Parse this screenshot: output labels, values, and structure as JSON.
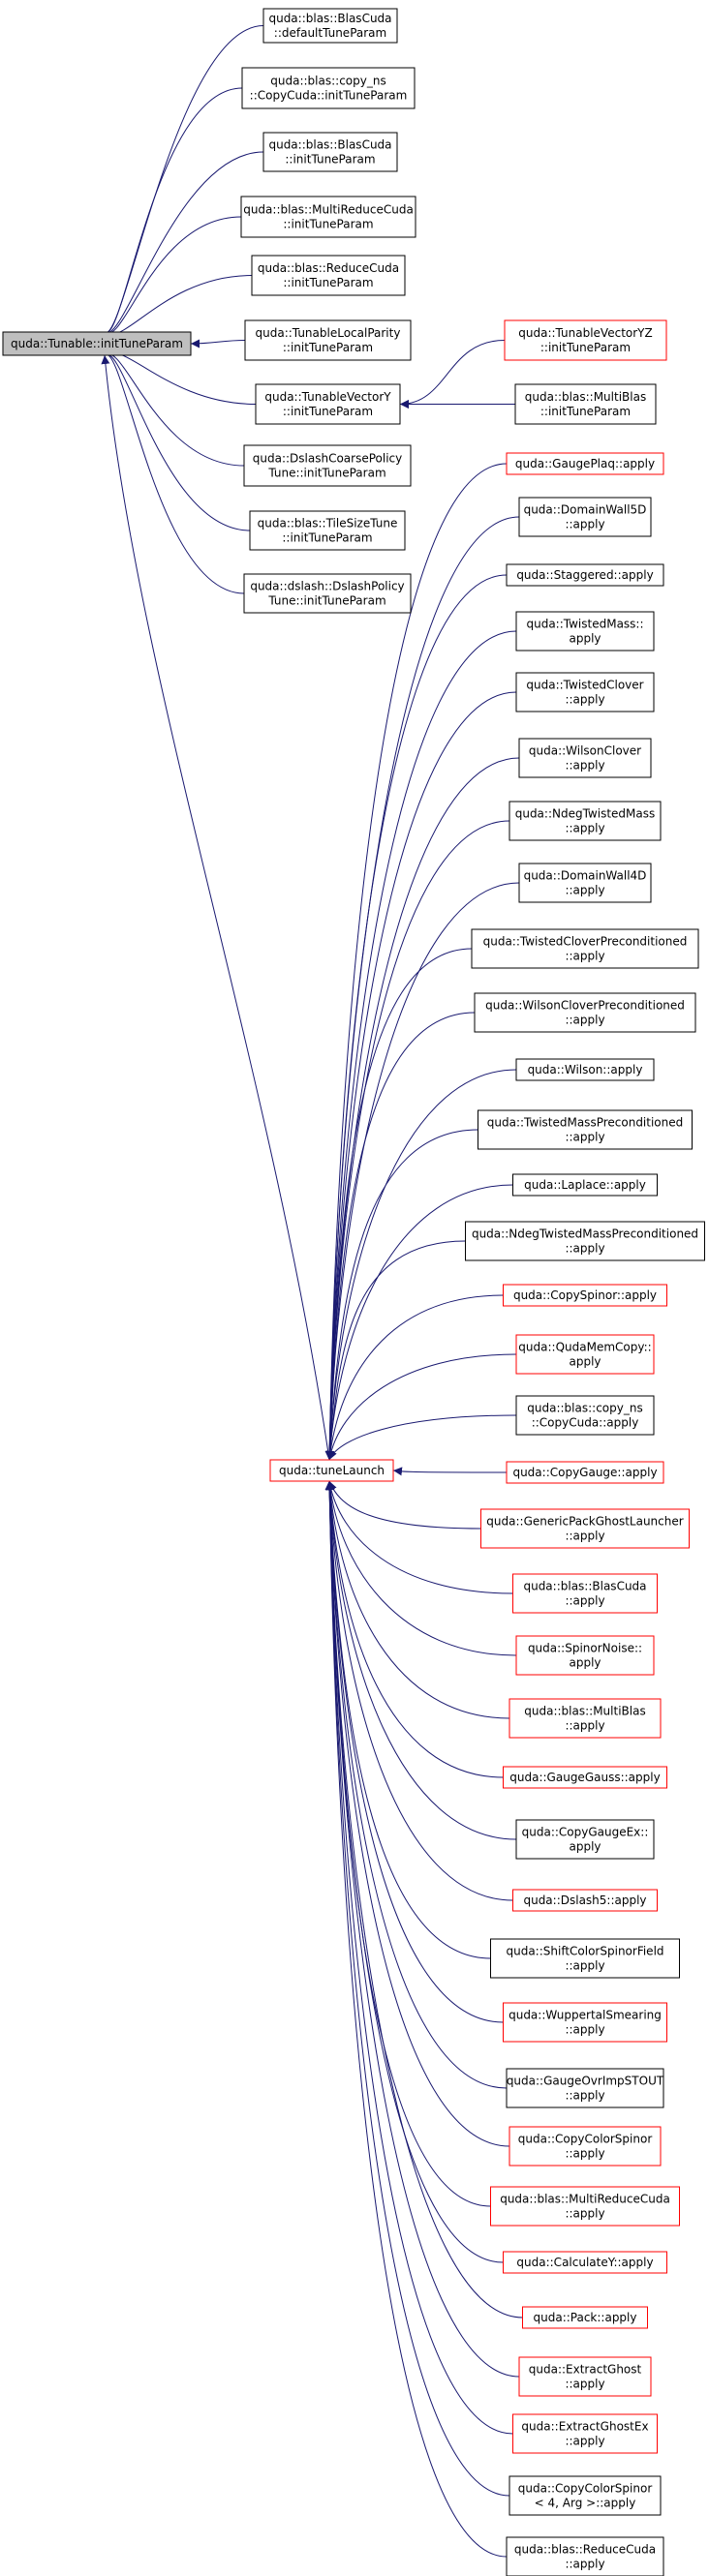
{
  "colors": {
    "edge": "#191970",
    "black_border": "#000000",
    "red_border": "#ff0000",
    "root_fill": "#bfbfbf",
    "node_fill": "#ffffff"
  },
  "root": {
    "id": "root",
    "lines": [
      "quda::Tunable::initTuneParam"
    ],
    "border": "black",
    "fill": "gray"
  },
  "nodes": [
    {
      "id": "n1",
      "lines": [
        "quda::blas::BlasCuda",
        "::defaultTuneParam"
      ],
      "border": "black"
    },
    {
      "id": "n2",
      "lines": [
        "quda::blas::copy_ns",
        "::CopyCuda::initTuneParam"
      ],
      "border": "black"
    },
    {
      "id": "n3",
      "lines": [
        "quda::blas::BlasCuda",
        "::initTuneParam"
      ],
      "border": "black"
    },
    {
      "id": "n4",
      "lines": [
        "quda::blas::MultiReduceCuda",
        "::initTuneParam"
      ],
      "border": "black"
    },
    {
      "id": "n5",
      "lines": [
        "quda::blas::ReduceCuda",
        "::initTuneParam"
      ],
      "border": "black"
    },
    {
      "id": "n6",
      "lines": [
        "quda::TunableLocalParity",
        "::initTuneParam"
      ],
      "border": "black"
    },
    {
      "id": "n7",
      "lines": [
        "quda::TunableVectorY",
        "::initTuneParam"
      ],
      "border": "black"
    },
    {
      "id": "n8",
      "lines": [
        "quda::DslashCoarsePolicy",
        "Tune::initTuneParam"
      ],
      "border": "black"
    },
    {
      "id": "n9",
      "lines": [
        "quda::blas::TileSizeTune",
        "::initTuneParam"
      ],
      "border": "black"
    },
    {
      "id": "n10",
      "lines": [
        "quda::dslash::DslashPolicy",
        "Tune::initTuneParam"
      ],
      "border": "black"
    },
    {
      "id": "yz",
      "lines": [
        "quda::TunableVectorYZ",
        "::initTuneParam"
      ],
      "border": "red"
    },
    {
      "id": "mb",
      "lines": [
        "quda::blas::MultiBlas",
        "::initTuneParam"
      ],
      "border": "black"
    },
    {
      "id": "tl",
      "lines": [
        "quda::tuneLaunch"
      ],
      "border": "red"
    },
    {
      "id": "a1",
      "lines": [
        "quda::GaugePlaq::apply"
      ],
      "border": "red"
    },
    {
      "id": "a2",
      "lines": [
        "quda::DomainWall5D",
        "::apply"
      ],
      "border": "black"
    },
    {
      "id": "a3",
      "lines": [
        "quda::Staggered::apply"
      ],
      "border": "black"
    },
    {
      "id": "a4",
      "lines": [
        "quda::TwistedMass::",
        "apply"
      ],
      "border": "black"
    },
    {
      "id": "a5",
      "lines": [
        "quda::TwistedClover",
        "::apply"
      ],
      "border": "black"
    },
    {
      "id": "a6",
      "lines": [
        "quda::WilsonClover",
        "::apply"
      ],
      "border": "black"
    },
    {
      "id": "a7",
      "lines": [
        "quda::NdegTwistedMass",
        "::apply"
      ],
      "border": "black"
    },
    {
      "id": "a8",
      "lines": [
        "quda::DomainWall4D",
        "::apply"
      ],
      "border": "black"
    },
    {
      "id": "a9",
      "lines": [
        "quda::TwistedCloverPreconditioned",
        "::apply"
      ],
      "border": "black"
    },
    {
      "id": "a10",
      "lines": [
        "quda::WilsonCloverPreconditioned",
        "::apply"
      ],
      "border": "black"
    },
    {
      "id": "a11",
      "lines": [
        "quda::Wilson::apply"
      ],
      "border": "black"
    },
    {
      "id": "a12",
      "lines": [
        "quda::TwistedMassPreconditioned",
        "::apply"
      ],
      "border": "black"
    },
    {
      "id": "a13",
      "lines": [
        "quda::Laplace::apply"
      ],
      "border": "black"
    },
    {
      "id": "a14",
      "lines": [
        "quda::NdegTwistedMassPreconditioned",
        "::apply"
      ],
      "border": "black"
    },
    {
      "id": "a15",
      "lines": [
        "quda::CopySpinor::apply"
      ],
      "border": "red"
    },
    {
      "id": "a16",
      "lines": [
        "quda::QudaMemCopy::",
        "apply"
      ],
      "border": "red"
    },
    {
      "id": "a17",
      "lines": [
        "quda::blas::copy_ns",
        "::CopyCuda::apply"
      ],
      "border": "black"
    },
    {
      "id": "a18",
      "lines": [
        "quda::CopyGauge::apply"
      ],
      "border": "red"
    },
    {
      "id": "a19",
      "lines": [
        "quda::GenericPackGhostLauncher",
        "::apply"
      ],
      "border": "red"
    },
    {
      "id": "a20",
      "lines": [
        "quda::blas::BlasCuda",
        "::apply"
      ],
      "border": "red"
    },
    {
      "id": "a21",
      "lines": [
        "quda::SpinorNoise::",
        "apply"
      ],
      "border": "red"
    },
    {
      "id": "a22",
      "lines": [
        "quda::blas::MultiBlas",
        "::apply"
      ],
      "border": "red"
    },
    {
      "id": "a23",
      "lines": [
        "quda::GaugeGauss::apply"
      ],
      "border": "red"
    },
    {
      "id": "a24",
      "lines": [
        "quda::CopyGaugeEx::",
        "apply"
      ],
      "border": "black"
    },
    {
      "id": "a25",
      "lines": [
        "quda::Dslash5::apply"
      ],
      "border": "red"
    },
    {
      "id": "a26",
      "lines": [
        "quda::ShiftColorSpinorField",
        "::apply"
      ],
      "border": "black"
    },
    {
      "id": "a27",
      "lines": [
        "quda::WuppertalSmearing",
        "::apply"
      ],
      "border": "red"
    },
    {
      "id": "a28",
      "lines": [
        "quda::GaugeOvrImpSTOUT",
        "::apply"
      ],
      "border": "black"
    },
    {
      "id": "a29",
      "lines": [
        "quda::CopyColorSpinor",
        "::apply"
      ],
      "border": "red"
    },
    {
      "id": "a30",
      "lines": [
        "quda::blas::MultiReduceCuda",
        "::apply"
      ],
      "border": "red"
    },
    {
      "id": "a31",
      "lines": [
        "quda::CalculateY::apply"
      ],
      "border": "red"
    },
    {
      "id": "a32",
      "lines": [
        "quda::Pack::apply"
      ],
      "border": "red"
    },
    {
      "id": "a33",
      "lines": [
        "quda::ExtractGhost",
        "::apply"
      ],
      "border": "red"
    },
    {
      "id": "a34",
      "lines": [
        "quda::ExtractGhostEx",
        "::apply"
      ],
      "border": "red"
    },
    {
      "id": "a35",
      "lines": [
        "quda::CopyColorSpinor",
        "< 4, Arg >::apply"
      ],
      "border": "black"
    },
    {
      "id": "a36",
      "lines": [
        "quda::blas::ReduceCuda",
        "::apply"
      ],
      "border": "black"
    }
  ]
}
